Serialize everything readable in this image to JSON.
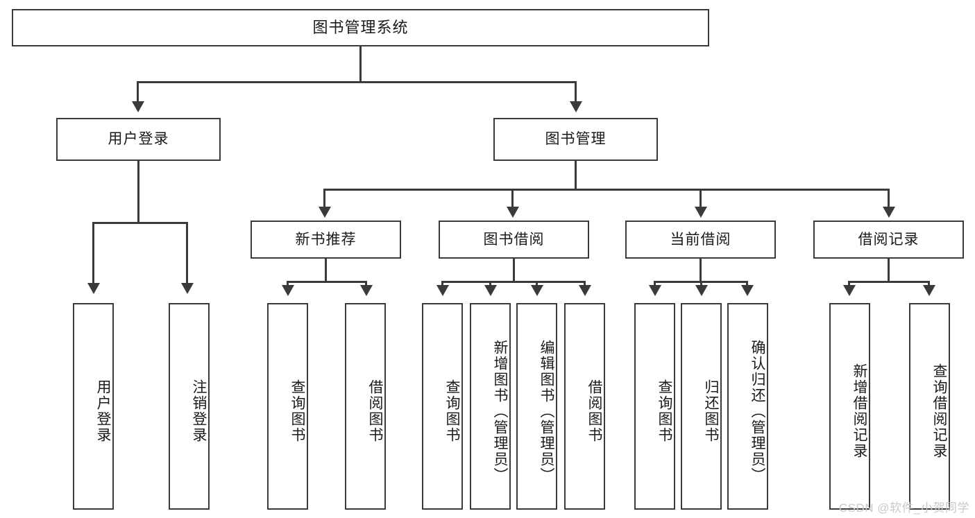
{
  "diagram": {
    "title": "图书管理系统",
    "watermark": "CSDN @软件_小贺同学",
    "type": "hierarchy-tree",
    "orientation": "top-down",
    "levels": 4,
    "colors": {
      "stroke": "#3a3a3a",
      "fill": "#ffffff",
      "text": "#1a1a1a",
      "watermark": "#c9c9c9"
    },
    "root": {
      "label": "图书管理系统"
    },
    "level2": [
      {
        "label": "用户登录"
      },
      {
        "label": "图书管理"
      }
    ],
    "level3": [
      {
        "label": "新书推荐"
      },
      {
        "label": "图书借阅"
      },
      {
        "label": "当前借阅"
      },
      {
        "label": "借阅记录"
      }
    ],
    "leaves": {
      "user_login": [
        {
          "label": "用户登录"
        },
        {
          "label": "注销登录"
        }
      ],
      "new_book_recommend": [
        {
          "label": "查询图书"
        },
        {
          "label": "借阅图书"
        }
      ],
      "book_borrow": [
        {
          "label": "查询图书"
        },
        {
          "label": "新增图书（管理员）"
        },
        {
          "label": "编辑图书（管理员）"
        },
        {
          "label": "借阅图书"
        }
      ],
      "current_borrow": [
        {
          "label": "查询图书"
        },
        {
          "label": "归还图书"
        },
        {
          "label": "确认归还（管理员）"
        }
      ],
      "borrow_record": [
        {
          "label": "新增借阅记录"
        },
        {
          "label": "查询借阅记录"
        }
      ]
    }
  }
}
